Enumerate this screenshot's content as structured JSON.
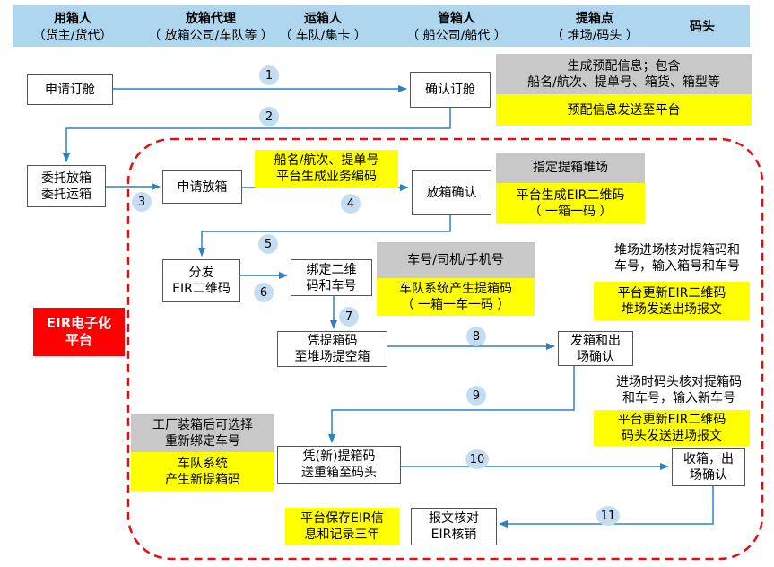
{
  "header": [
    {
      "title": "用箱人",
      "sub": "（货主/货代）"
    },
    {
      "title": "放箱代理",
      "sub": "（ 放箱公司/车队等 ）"
    },
    {
      "title": "运箱人",
      "sub": "（ 车队/集卡 ）"
    },
    {
      "title": "管箱人",
      "sub": "（ 船公司/船代 ）"
    },
    {
      "title": "提箱点",
      "sub": "（ 堆场/码头 ）"
    },
    {
      "title": "码头",
      "sub": ""
    }
  ],
  "boxes": {
    "apply_booking": "申请订舱",
    "confirm_booking": "确认订舱",
    "entrust_1": "委托放箱",
    "entrust_2": "委托运箱",
    "apply_release": "申请放箱",
    "release_confirm": "放箱确认",
    "distribute_1": "分发",
    "distribute_2": "EIR二维码",
    "bind_1": "绑定二维",
    "bind_2": "码和车号",
    "pickup_1": "凭提箱码",
    "pickup_2": "至堆场提空箱",
    "dispatch_1": "发箱和出",
    "dispatch_2": "场确认",
    "new_pickup_1": "凭(新)提箱码",
    "new_pickup_2": "送重箱至码头",
    "receive_1": "收箱，出",
    "receive_2": "场确认",
    "verify_1": "报文核对",
    "verify_2": "EIR核销"
  },
  "notes": {
    "n1_gray_1": "生成预配信息；包含",
    "n1_gray_2": "船名/航次、提单号、箱货、箱型等",
    "n1_yellow": "预配信息发送至平台",
    "n2_yellow_1": "船名/航次、提单号",
    "n2_yellow_2": "平台生成业务编码",
    "n3_gray": "指定提箱堆场",
    "n3_yellow_1": "平台生成EIR二维码",
    "n3_yellow_2": "（ 一箱一码 ）",
    "n4_gray": "车号/司机/手机号",
    "n4_yellow_1": "车队系统产生提箱码",
    "n4_yellow_2": "（ 一箱一车一码 ）",
    "n5_white_1": "堆场进场核对提箱码和",
    "n5_white_2": "车号，输入箱号和车号",
    "n5_yellow_1": "平台更新EIR二维码",
    "n5_yellow_2": "堆场发送出场报文",
    "n6_white_1": "进场时码头核对提箱码",
    "n6_white_2": "和车号，输入新车号",
    "n6_yellow_1": "平台更新EIR二维码",
    "n6_yellow_2": "码头发送进场报文",
    "n7_gray_1": "工厂装箱后可选择",
    "n7_gray_2": "重新绑定车号",
    "n7_yellow_1": "车队系统",
    "n7_yellow_2": "产生新提箱码",
    "n8_yellow_1": "平台保存EIR信",
    "n8_yellow_2": "息和记录三年"
  },
  "platform_1": "EIR电子化",
  "platform_2": "平台",
  "steps": [
    "1",
    "2",
    "3",
    "4",
    "5",
    "6",
    "7",
    "8",
    "9",
    "10",
    "11"
  ],
  "colors": {
    "header_bg": "#aed6ef",
    "arrow": "#2e80c4",
    "dashed_border": "#e01010",
    "yellow": "#ffff00",
    "gray": "#c8c8c8",
    "platform_red": "#ff0000",
    "step_circle": "#c5ddf2"
  }
}
